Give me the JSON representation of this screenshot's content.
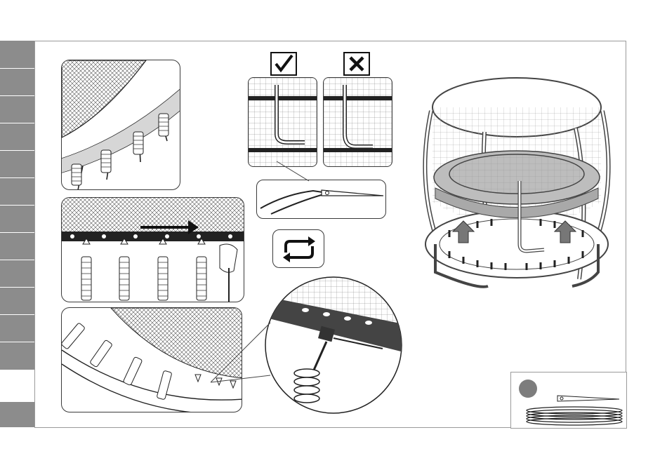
{
  "page": {
    "title": "",
    "side_tabs": {
      "count": 13,
      "active_blank_index": 12
    }
  },
  "illustrations": {
    "panel_1": "spring-attach-closeup",
    "panel_2": "spring-tension-arrow",
    "panel_3": "spring-frame-detail",
    "magnifier": "spring-hook-magnified",
    "check_correct": "check-icon",
    "check_wrong": "cross-icon",
    "repeat": "repeat-icon",
    "assembly": "trampoline-assembly",
    "parts_box": "parts-kit"
  },
  "colors": {
    "tab_gray": "#8c8c8c",
    "line": "#3a3a3a",
    "pad_gray": "#bdbdbd",
    "badge_gray": "#7d7d7d"
  }
}
